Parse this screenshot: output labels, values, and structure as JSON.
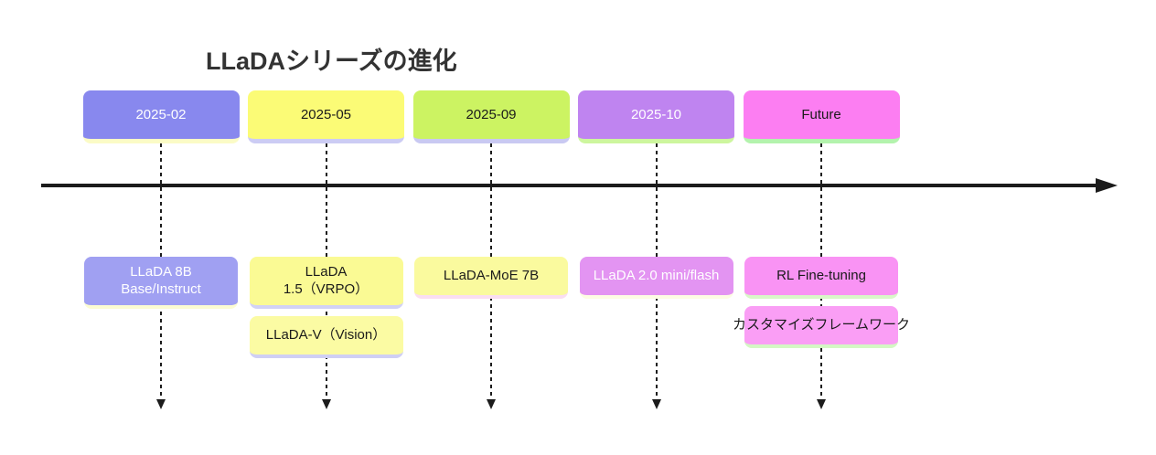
{
  "title": "LLaDAシリーズの進化",
  "axis": {
    "color": "#1b1b1b"
  },
  "columns": [
    {
      "period": {
        "label": "2025-02",
        "bg": "#8888ee",
        "fg": "#ffffff",
        "shadow": "#fbfbc6"
      },
      "events": [
        {
          "lines": [
            "LLaDA 8B",
            "Base/Instruct"
          ],
          "bg": "#a0a0f2",
          "fg": "#ffffff",
          "shadow": "#fcfcd2"
        }
      ]
    },
    {
      "period": {
        "label": "2025-05",
        "bg": "#fbfb76",
        "fg": "#1a1a1a",
        "shadow": "#ccccf4"
      },
      "events": [
        {
          "lines": [
            "LLaDA",
            "1.5（VRPO）"
          ],
          "bg": "#fafa94",
          "fg": "#1a1a1a",
          "shadow": "#d2d2f5"
        },
        {
          "lines": [
            "LLaDA-V（Vision）"
          ],
          "bg": "#fbfba3",
          "fg": "#1a1a1a",
          "shadow": "#cfcff4"
        }
      ]
    },
    {
      "period": {
        "label": "2025-09",
        "bg": "#ccf362",
        "fg": "#1a1a1a",
        "shadow": "#c9c9f2"
      },
      "events": [
        {
          "lines": [
            "LLaDA-MoE 7B"
          ],
          "bg": "#fafa9e",
          "fg": "#1a1a1a",
          "shadow": "#fadef2"
        }
      ]
    },
    {
      "period": {
        "label": "2025-10",
        "bg": "#bf84f0",
        "fg": "#ffffff",
        "shadow": "#cdf69e"
      },
      "events": [
        {
          "lines": [
            "LLaDA 2.0 mini/flash"
          ],
          "bg": "#e394f2",
          "fg": "#ffffff",
          "shadow": "#fdfde3"
        }
      ]
    },
    {
      "period": {
        "label": "Future",
        "bg": "#fc7ef2",
        "fg": "#1a1a1a",
        "shadow": "#b3f3ad"
      },
      "events": [
        {
          "lines": [
            "RL Fine-tuning"
          ],
          "bg": "#f993f4",
          "fg": "#1a1a1a",
          "shadow": "#d9f8c8"
        },
        {
          "lines": [
            "カスタマイズフレームワーク"
          ],
          "bg": "#fa9ef5",
          "fg": "#1a1a1a",
          "shadow": "#d4f7c4"
        }
      ]
    }
  ]
}
